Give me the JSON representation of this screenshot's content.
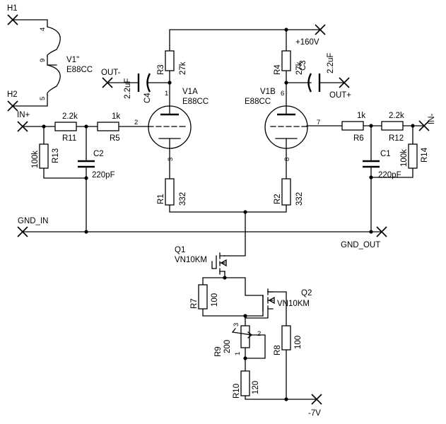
{
  "tubes": {
    "heater": {
      "ref": "V1\"",
      "type": "E88CC",
      "pin_top": "4",
      "pin_mid": "9",
      "pin_bot": "5"
    },
    "v1a": {
      "ref": "V1A",
      "type": "E88CC",
      "pin_anode": "1",
      "pin_grid": "2",
      "pin_cathode": "3"
    },
    "v1b": {
      "ref": "V1B",
      "type": "E88CC",
      "pin_anode": "6",
      "pin_grid": "7",
      "pin_cathode": "8"
    }
  },
  "nets": {
    "h1": "H1",
    "h2": "H2",
    "in_plus": "IN+",
    "in_minus": "IN-",
    "out_minus": "OUT-",
    "out_plus": "OUT+",
    "supply": "+160V",
    "gnd_in": "GND_IN",
    "gnd_out": "GND_OUT",
    "neg_supply": "-7V"
  },
  "resistors": {
    "r1": {
      "ref": "R1",
      "value": "332"
    },
    "r2": {
      "ref": "R2",
      "value": "332"
    },
    "r3": {
      "ref": "R3",
      "value": "27k"
    },
    "r4": {
      "ref": "R4",
      "value": "27k"
    },
    "r5": {
      "ref": "R5",
      "value": "1k"
    },
    "r6": {
      "ref": "R6",
      "value": "1k"
    },
    "r7": {
      "ref": "R7",
      "value": "100"
    },
    "r8": {
      "ref": "R8",
      "value": "100"
    },
    "r9": {
      "ref": "R9",
      "value": "200",
      "pin1": "1",
      "pin2": "2",
      "pin3": "3"
    },
    "r10": {
      "ref": "R10",
      "value": "120"
    },
    "r11": {
      "ref": "R11",
      "value": "2.2k"
    },
    "r12": {
      "ref": "R12",
      "value": "2.2k"
    },
    "r13": {
      "ref": "R13",
      "value": "100k"
    },
    "r14": {
      "ref": "R14",
      "value": "100k"
    }
  },
  "capacitors": {
    "c1": {
      "ref": "C1",
      "value": "220pF"
    },
    "c2": {
      "ref": "C2",
      "value": "220pF"
    },
    "c3": {
      "ref": "C3",
      "value": "2.2uF"
    },
    "c4": {
      "ref": "C4",
      "value": "2.2uF"
    }
  },
  "transistors": {
    "q1": {
      "ref": "Q1",
      "type": "VN10KM"
    },
    "q2": {
      "ref": "Q2",
      "type": "VN10KM"
    }
  }
}
